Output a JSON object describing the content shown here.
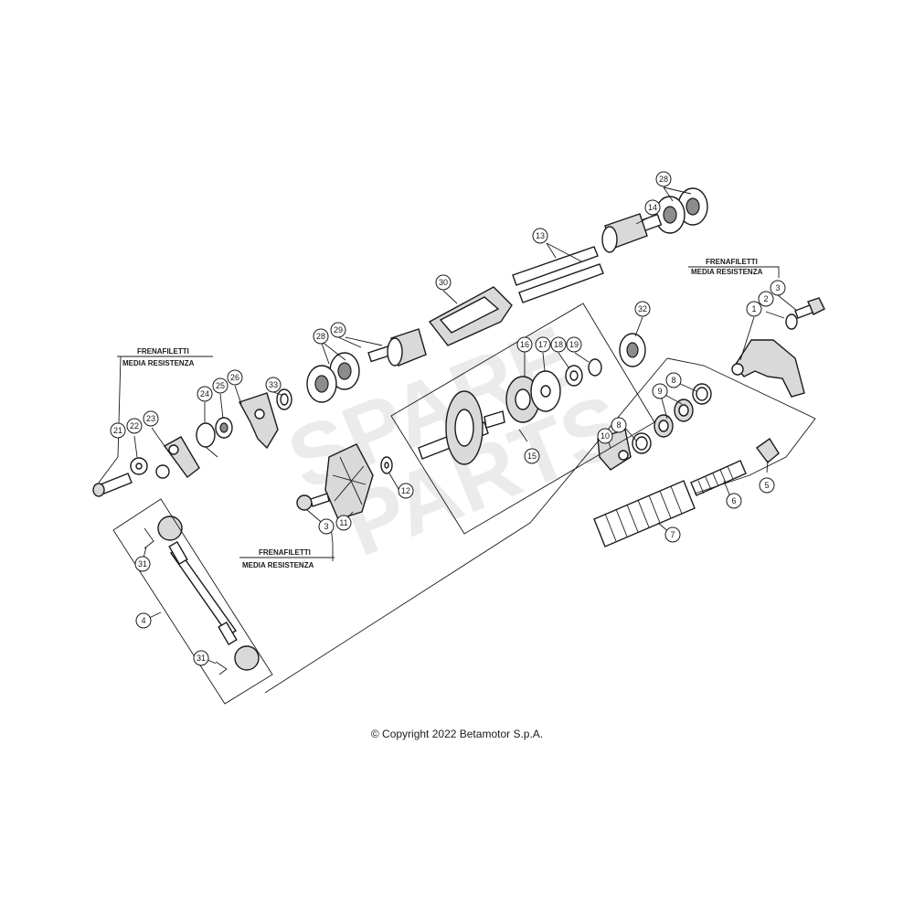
{
  "notes": [
    {
      "line1": "FRENAFILETTI",
      "line2": "MEDIA RESISTENZA"
    },
    {
      "line1": "FRENAFILETTI",
      "line2": "MEDIA RESISTENZA"
    },
    {
      "line1": "FRENAFILETTI",
      "line2": "MEDIA RESISTENZA"
    }
  ],
  "callouts": [
    "28",
    "14",
    "13",
    "30",
    "29",
    "28",
    "32",
    "16",
    "17",
    "18",
    "19",
    "1",
    "2",
    "3",
    "33",
    "26",
    "25",
    "24",
    "23",
    "22",
    "21",
    "15",
    "12",
    "11",
    "3",
    "9",
    "8",
    "8",
    "10",
    "5",
    "6",
    "7",
    "31",
    "31",
    "4"
  ],
  "copyright": "© Copyright 2022 Betamotor S.p.A."
}
